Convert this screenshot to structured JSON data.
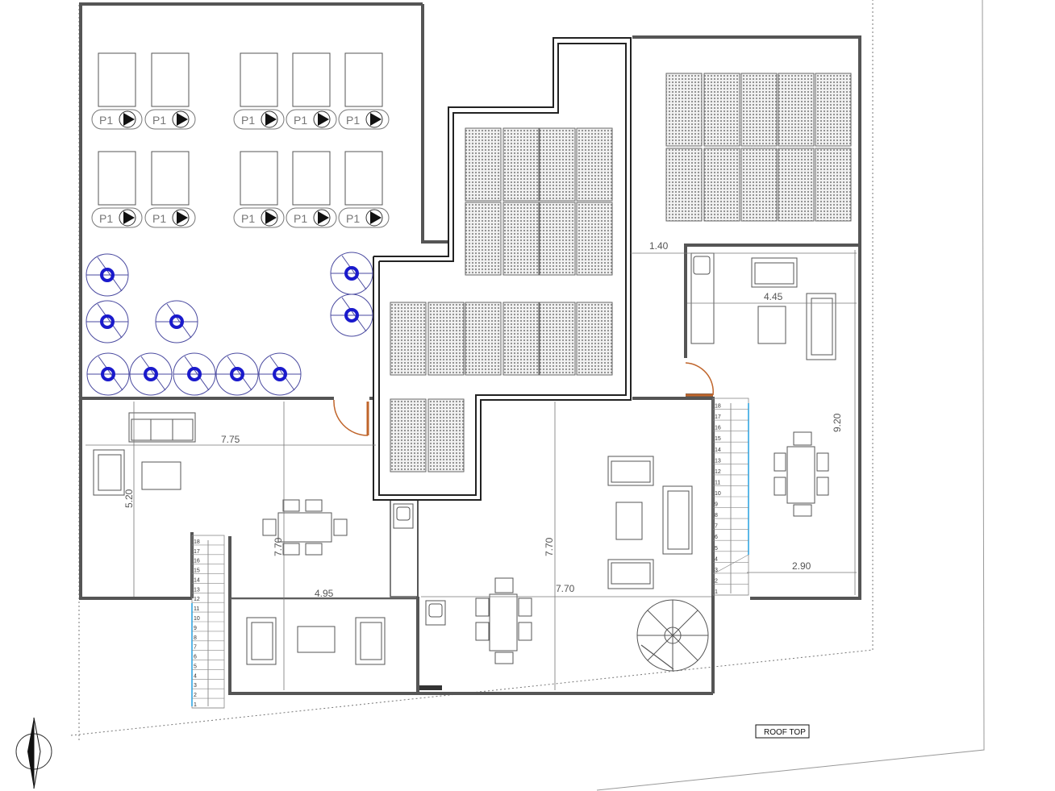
{
  "plan": {
    "title_box": "ROOF TOP",
    "dimensions": {
      "d_7_75": "7.75",
      "d_5_20": "5.20",
      "d_7_70_left": "7.70",
      "d_4_95": "4.95",
      "d_7_70_mid_v": "7.70",
      "d_7_70_mid_h": "7.70",
      "d_1_40": "1.40",
      "d_4_45": "4.45",
      "d_9_20": "9.20",
      "d_2_90": "2.90"
    },
    "pump_label": "P1",
    "stair_left_steps": [
      "18",
      "17",
      "16",
      "15",
      "14",
      "13",
      "12",
      "11",
      "10",
      "9",
      "8",
      "7",
      "6",
      "5",
      "4",
      "3",
      "2",
      "1"
    ],
    "stair_right_steps": [
      "18",
      "17",
      "16",
      "15",
      "14",
      "13",
      "12",
      "11",
      "10",
      "9",
      "8",
      "7",
      "6",
      "5",
      "4",
      "3",
      "2",
      "1"
    ],
    "colors": {
      "wall": "#555555",
      "blue_fixture": "#1a1acc",
      "door_arc": "#c0652b",
      "glass": "#5bb8e8",
      "solar_fill": "#cccccc"
    }
  }
}
